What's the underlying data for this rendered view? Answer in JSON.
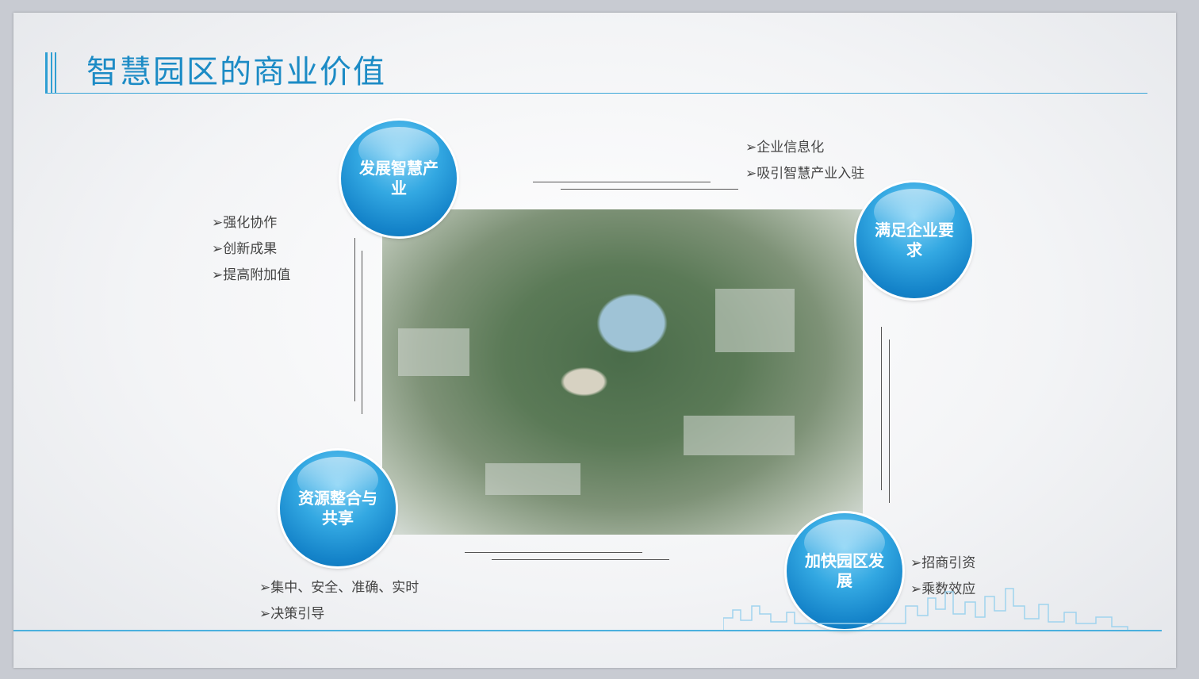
{
  "title": "智慧园区的商业价值",
  "circles": [
    {
      "label": "发展智慧产业"
    },
    {
      "label": "满足企业要求"
    },
    {
      "label": "资源整合与共享"
    },
    {
      "label": "加快园区发展"
    }
  ],
  "lists": {
    "top_right": [
      "➢企业信息化",
      "➢吸引智慧产业入驻"
    ],
    "left": [
      "➢强化协作",
      "➢创新成果",
      "➢提高附加值"
    ],
    "bottom_left": [
      "➢集中、安全、准确、实时",
      "➢决策引导"
    ],
    "bottom_right": [
      "➢招商引资",
      "➢乘数效应"
    ]
  },
  "colors": {
    "accent": "#1c8bc5",
    "circle": "#1483c9",
    "line": "#4bb0de"
  }
}
